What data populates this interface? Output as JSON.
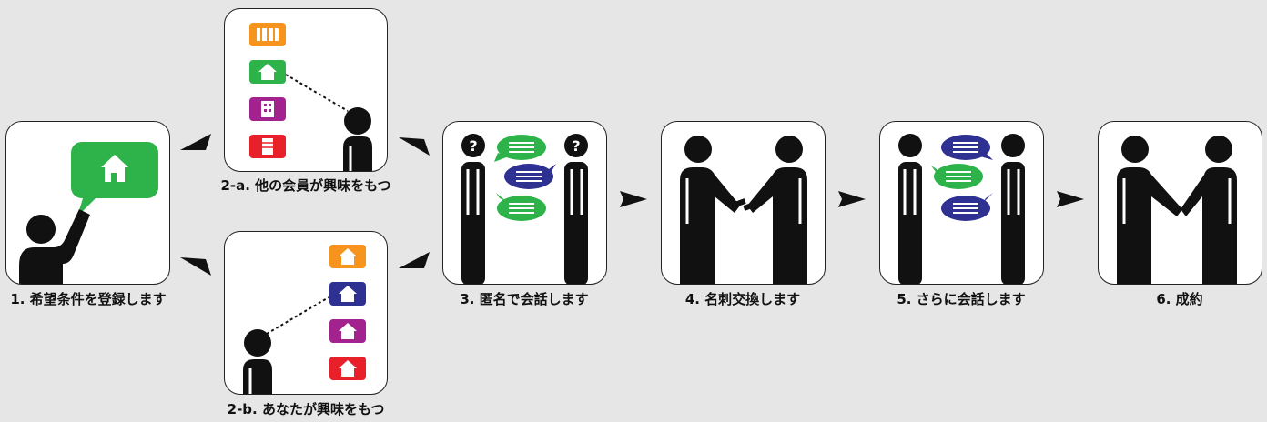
{
  "steps": {
    "step1": {
      "label": "1. 希望条件を登録します"
    },
    "step2a": {
      "label": "2-a. 他の会員が興味をもつ"
    },
    "step2b": {
      "label": "2-b. あなたが興味をもつ"
    },
    "step3": {
      "label": "3. 匿名で会話します"
    },
    "step4": {
      "label": "4. 名刺交換します"
    },
    "step5": {
      "label": "5. さらに会話します"
    },
    "step6": {
      "label": "6. 成約"
    }
  },
  "question_mark": "?",
  "colors": {
    "background": "#e6e6e6",
    "figure": "#111111",
    "green": "#2db34a",
    "navy": "#2e3192",
    "orange": "#f7941d",
    "purple": "#a3238e",
    "red": "#e8202a"
  }
}
